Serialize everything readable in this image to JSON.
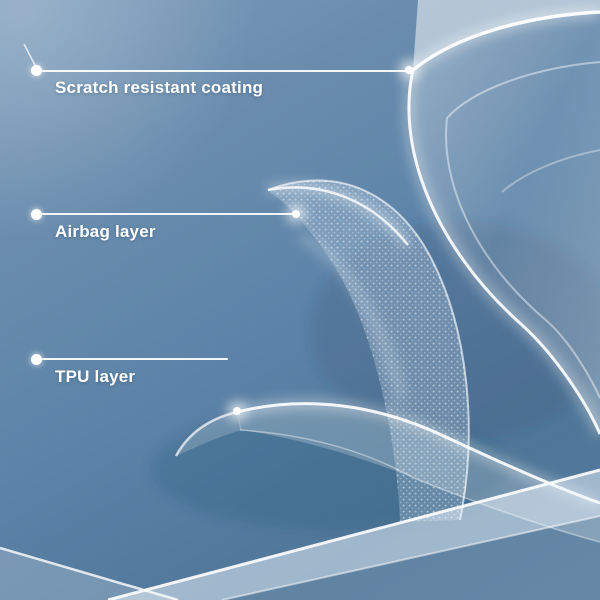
{
  "image": {
    "kind": "product-feature-diagram",
    "colors": {
      "background_top": "#7e9dbc",
      "background_mid": "#5d84a8",
      "background_bottom": "#4f7698",
      "label_text": "#ffffff",
      "highlight": "#ffffff"
    }
  },
  "callouts": [
    {
      "label": "Scratch resistant coating"
    },
    {
      "label": "Airbag layer"
    },
    {
      "label": "TPU layer"
    }
  ],
  "graphics": [
    {
      "name": "scratch-resistant-coating-sheet"
    },
    {
      "name": "airbag-mesh-layer"
    },
    {
      "name": "tpu-clear-layer"
    },
    {
      "name": "base-film-strip"
    }
  ]
}
